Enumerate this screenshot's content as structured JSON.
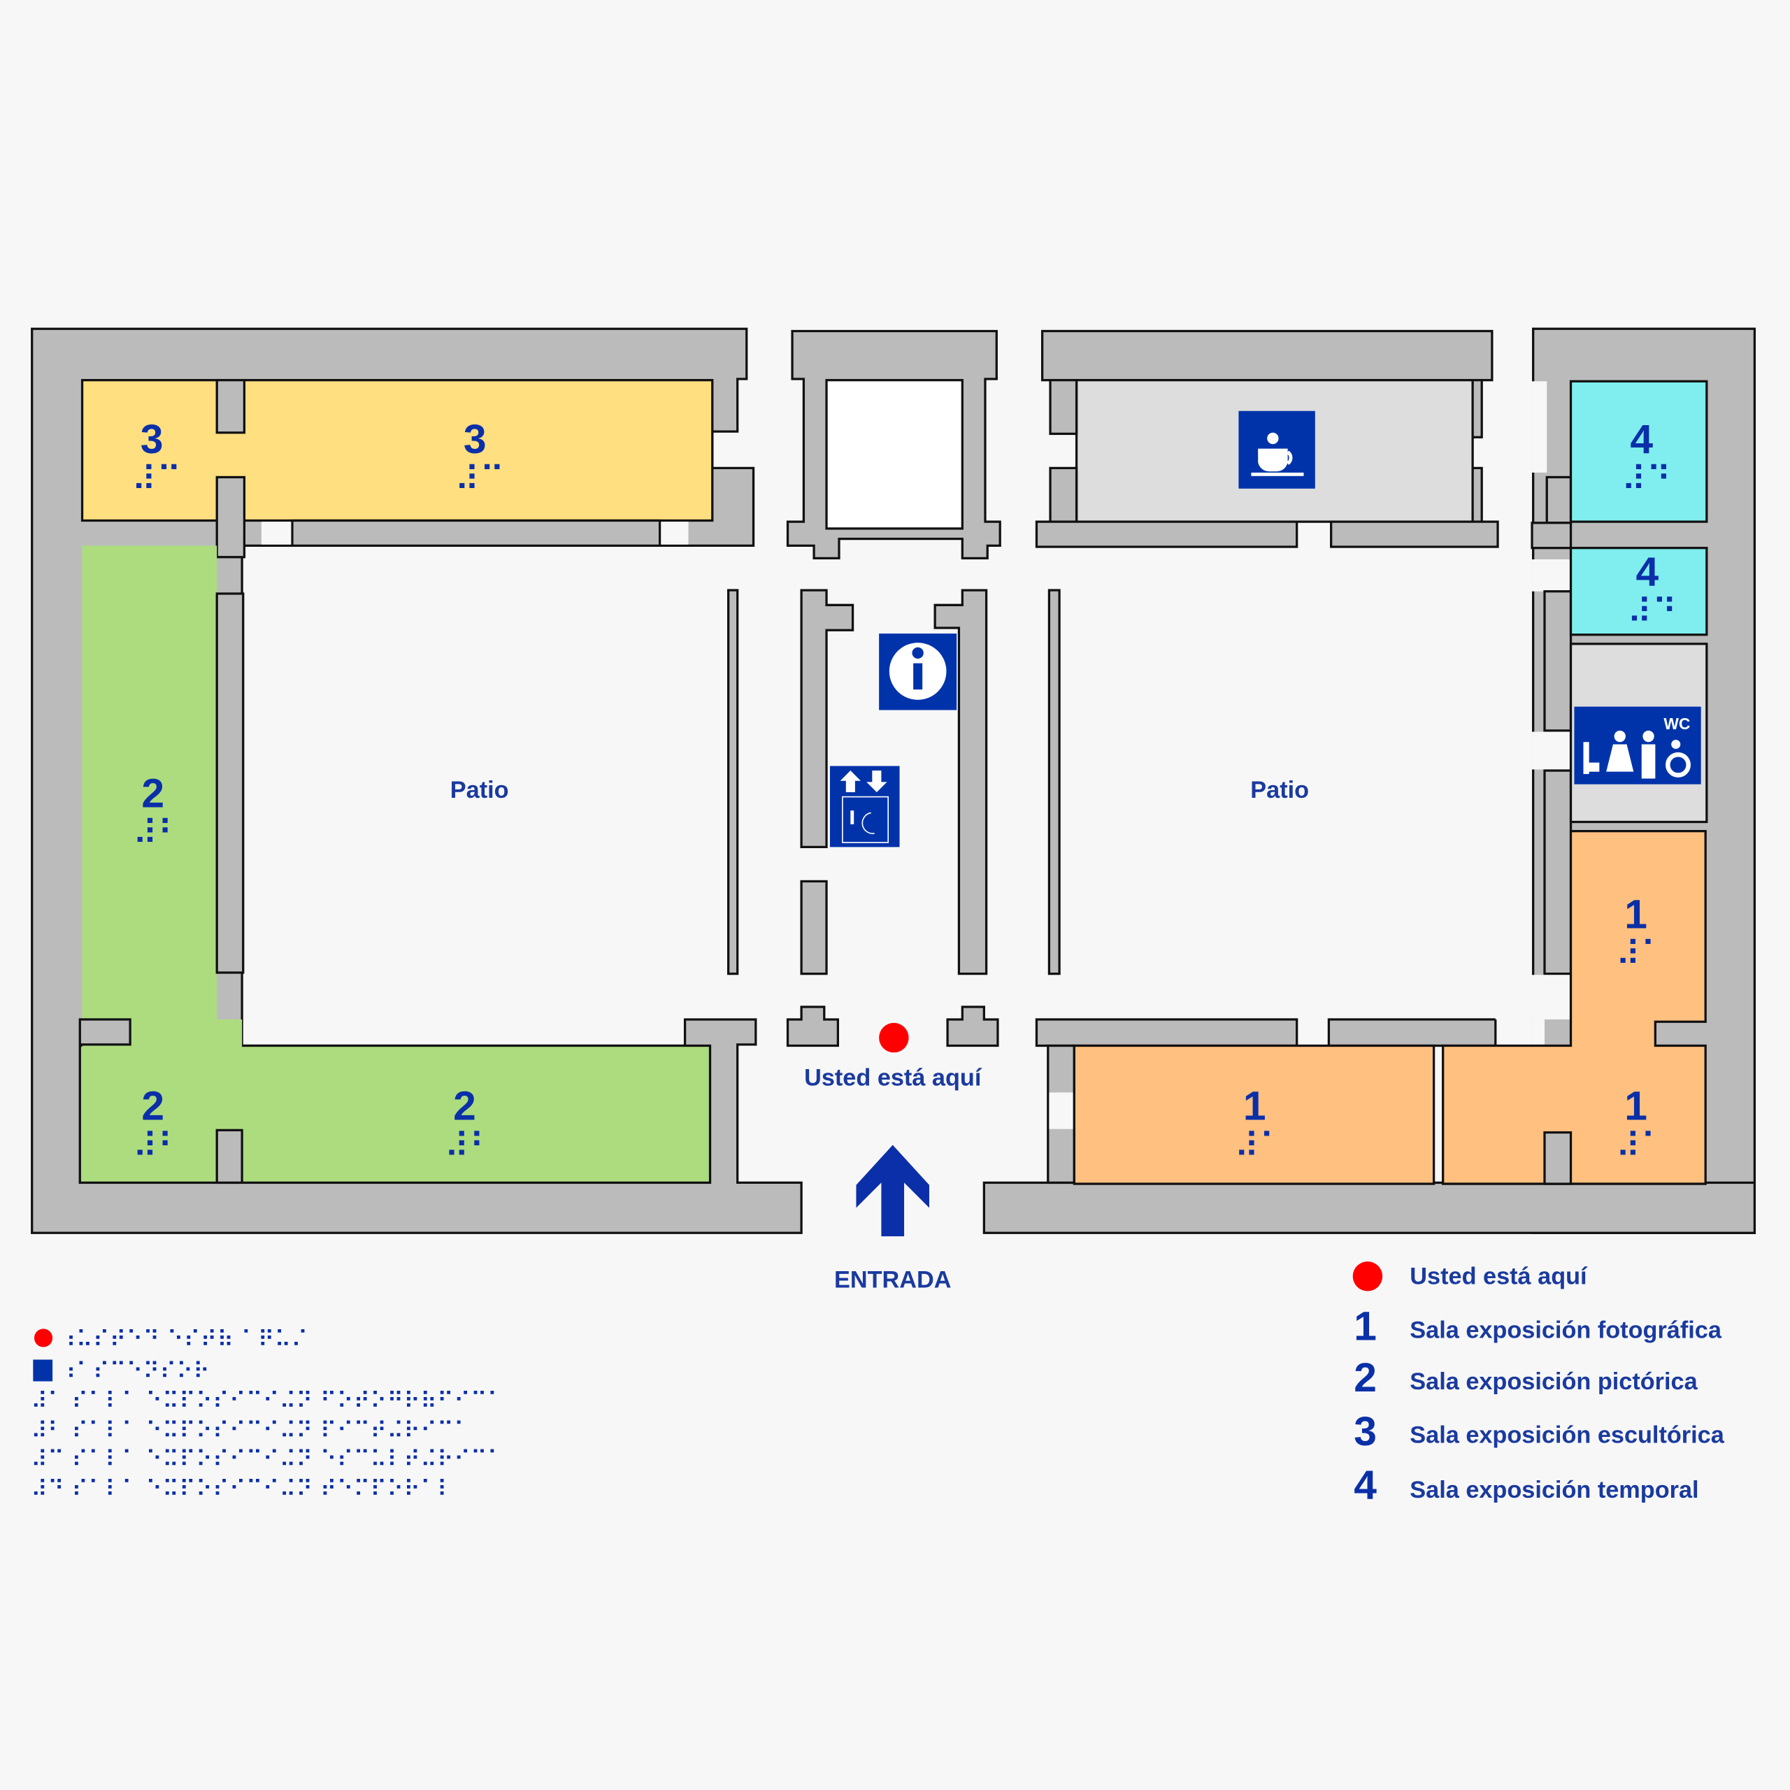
{
  "colors": {
    "sala1": "#ffc080",
    "sala2": "#addc7f",
    "sala3": "#ffdf80",
    "sala4": "#80eeee",
    "service": "#dddddd",
    "wall": "#bbbbbb",
    "accent": "#0033aa",
    "here": "#ff0000"
  },
  "map": {
    "patio_left": "Patio",
    "patio_right": "Patio",
    "you_are_here": "Usted está aquí",
    "entrance": "ENTRADA",
    "wc_label": "WC",
    "rooms": [
      {
        "num": "3",
        "braille": "⠼⠉"
      },
      {
        "num": "3",
        "braille": "⠼⠉"
      },
      {
        "num": "2",
        "braille": "⠼⠃"
      },
      {
        "num": "2",
        "braille": "⠼⠃"
      },
      {
        "num": "2",
        "braille": "⠼⠃"
      },
      {
        "num": "4",
        "braille": "⠼⠙"
      },
      {
        "num": "4",
        "braille": "⠼⠙"
      },
      {
        "num": "1",
        "braille": "⠼⠁"
      },
      {
        "num": "1",
        "braille": "⠼⠁"
      },
      {
        "num": "1",
        "braille": "⠼⠁"
      }
    ],
    "icons": [
      "cafe-icon",
      "information-icon",
      "elevator-icon",
      "wc-accessible-icon"
    ]
  },
  "legend": [
    {
      "key": "●",
      "label": "Usted está aquí"
    },
    {
      "key": "1",
      "label": "Sala exposición fotográfica"
    },
    {
      "key": "2",
      "label": "Sala exposición pictórica"
    },
    {
      "key": "3",
      "label": "Sala exposición escultórica"
    },
    {
      "key": "4",
      "label": "Sala exposición temporal"
    }
  ],
  "braille_legend": [
    "⠰⠥⠎⠞⠑⠙ ⠑⠎⠞⠷ ⠁⠟⠥⠌",
    "⠰⠁⠎⠉⠑⠝⠎⠕⠗",
    "⠼⠁ ⠎⠁⠇⠁ ⠑⠭⠏⠕⠎⠊⠉⠊⠬⠝ ⠋⠕⠞⠕⠛⠗⠷⠋⠊⠉⠁",
    "⠼⠃ ⠎⠁⠇⠁ ⠑⠭⠏⠕⠎⠊⠉⠊⠬⠝ ⠏⠊⠉⠞⠬⠗⠊⠉⠁",
    "⠼⠉ ⠎⠁⠇⠁ ⠑⠭⠏⠕⠎⠊⠉⠊⠬⠝ ⠑⠎⠉⠥⠇⠞⠬⠗⠊⠉⠁",
    "⠼⠙ ⠎⠁⠇⠁ ⠑⠭⠏⠕⠎⠊⠉⠊⠬⠝ ⠞⠑⠍⠏⠕⠗⠁⠇"
  ]
}
